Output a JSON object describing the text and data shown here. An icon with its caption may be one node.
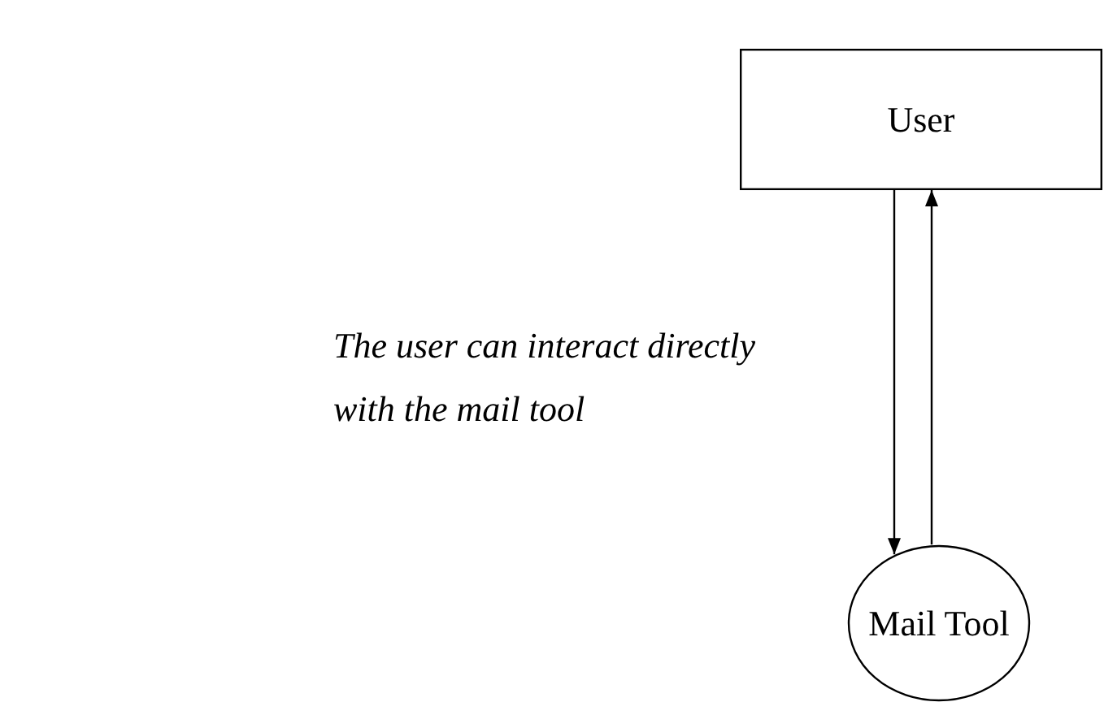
{
  "diagram": {
    "nodes": [
      {
        "text": [
          "User"
        ]
      },
      {
        "text": [
          "Mail Tool"
        ]
      }
    ],
    "edges": [
      {
        "from": 0,
        "to": 1,
        "arrow": "to"
      },
      {
        "from": 1,
        "to": 0,
        "arrow": "to"
      }
    ],
    "labels": [
      "The user can interact directly with the mail tool"
    ]
  }
}
